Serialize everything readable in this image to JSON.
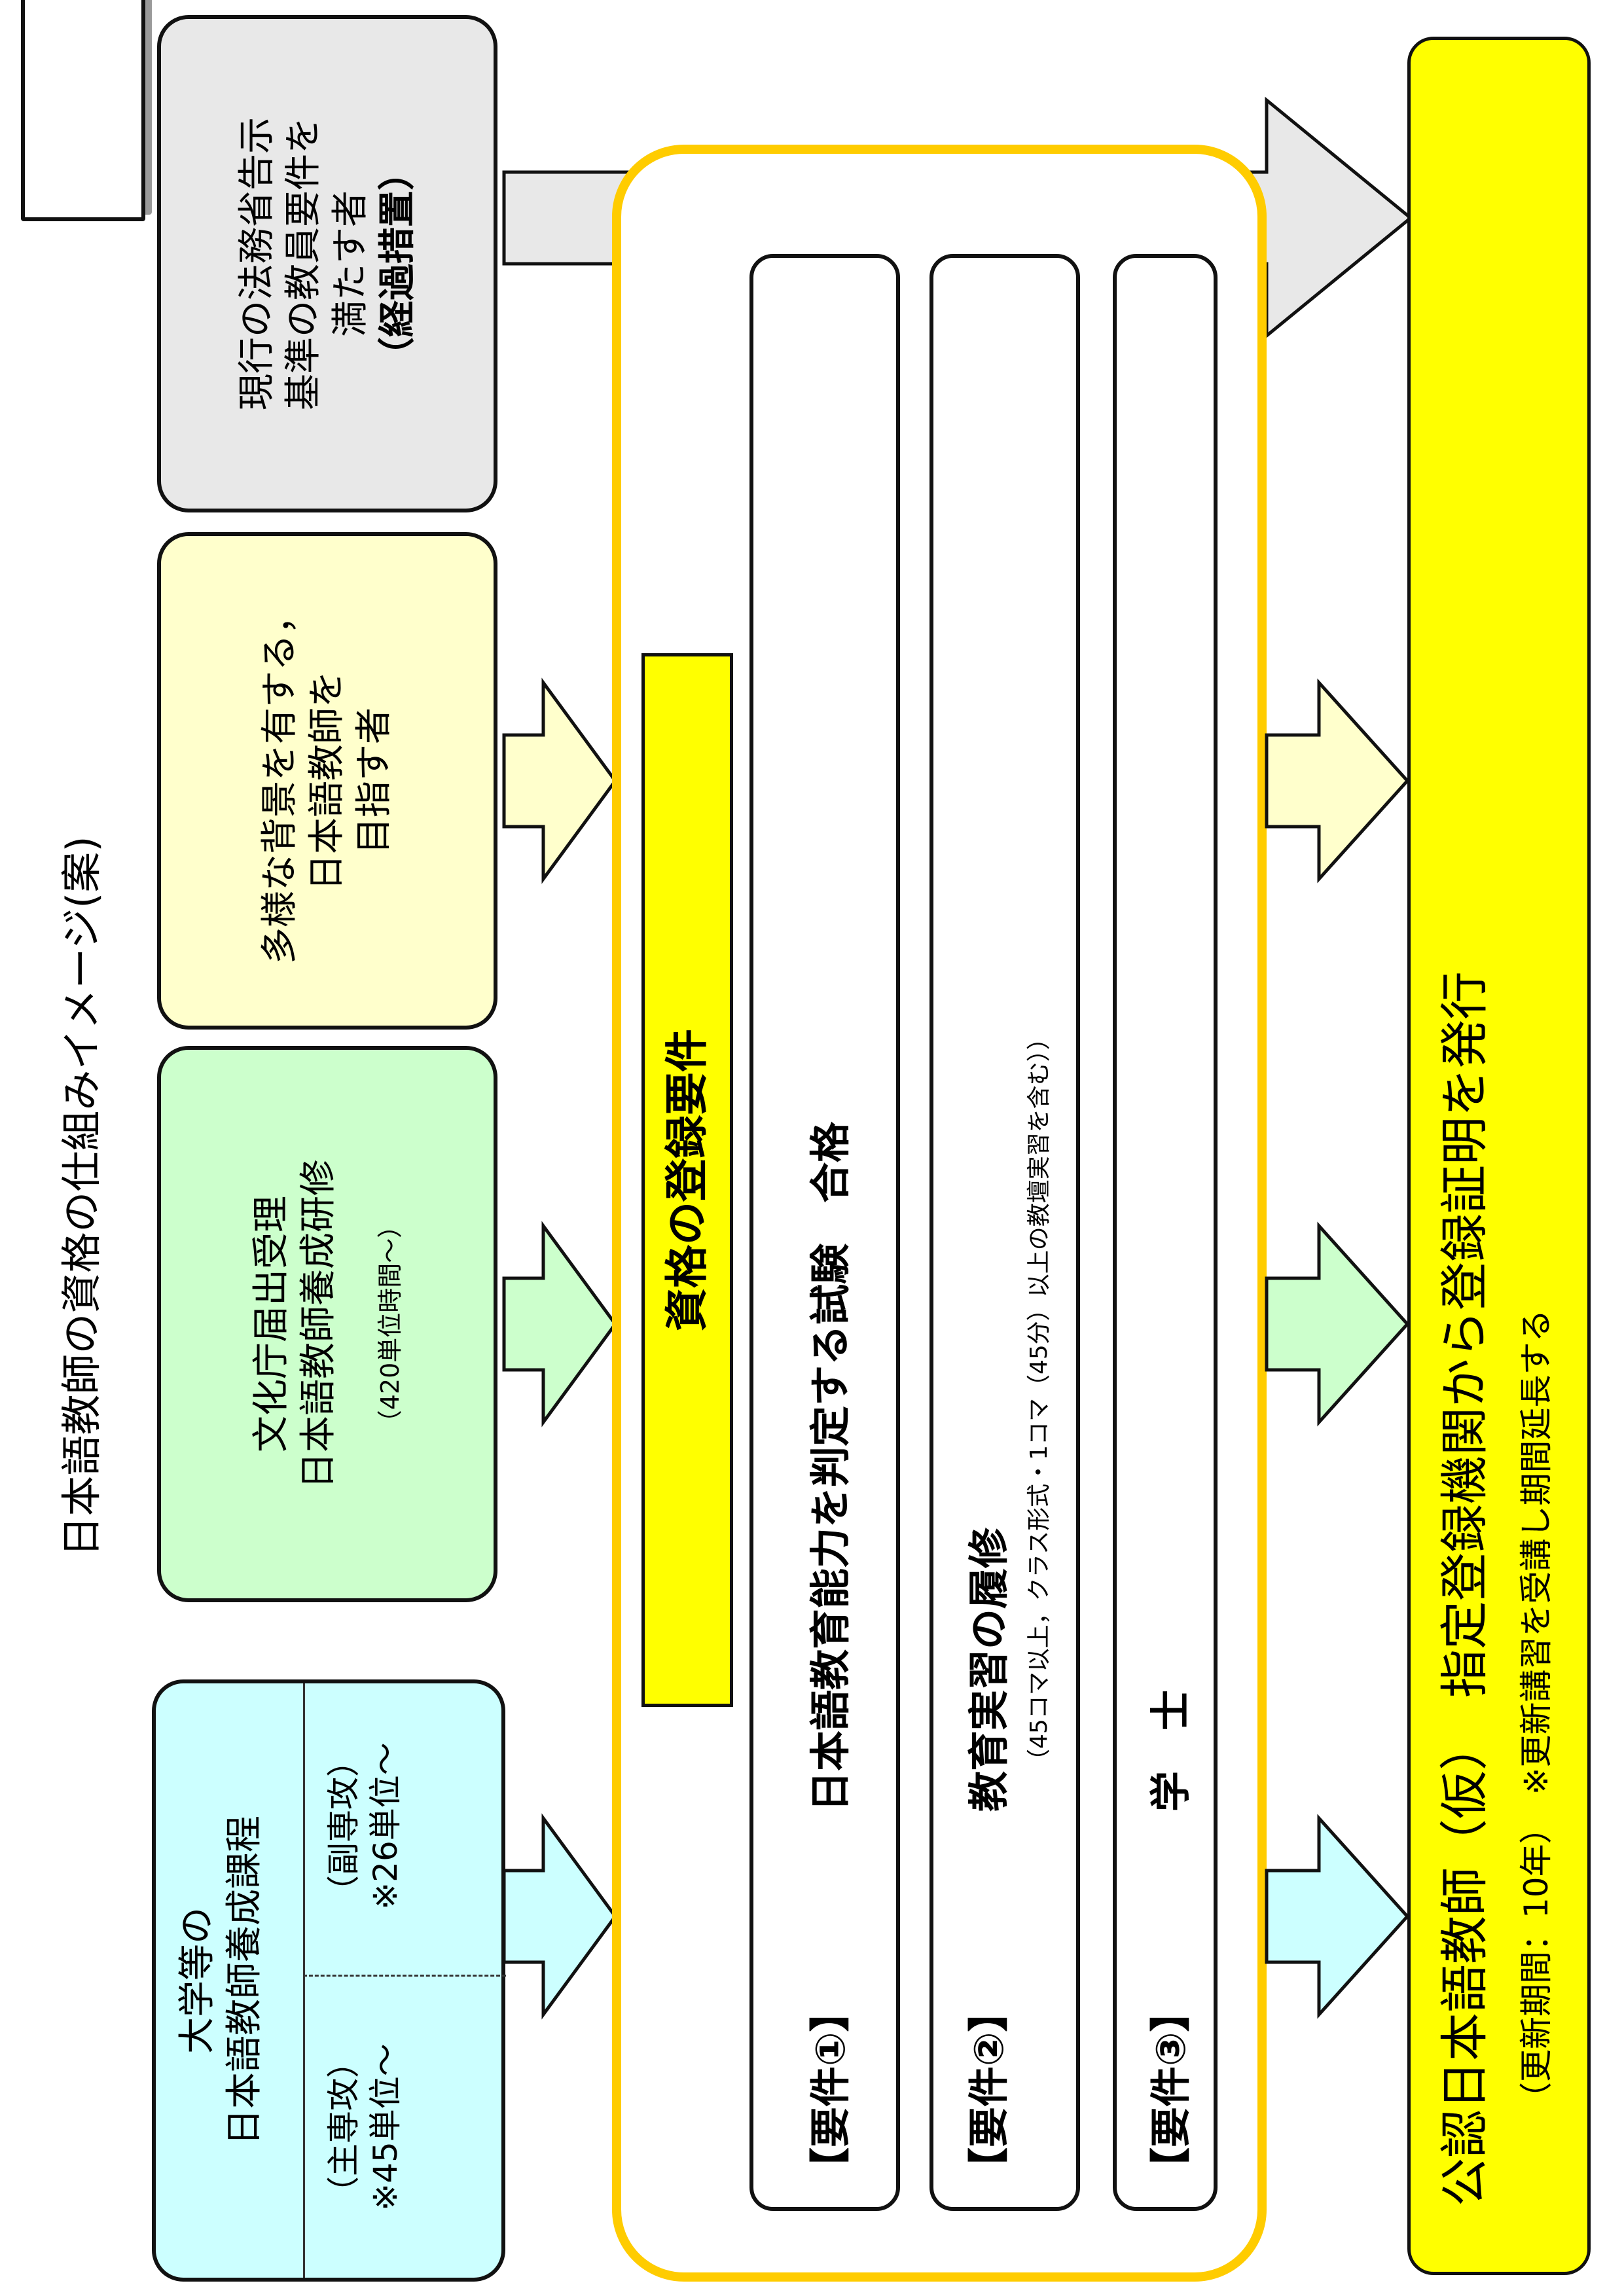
{
  "title": "日本語教師の資格の仕組みイメージ(案)",
  "colors": {
    "university": "#ccffff",
    "bunka": "#ccffcc",
    "diverse": "#ffffcc",
    "current": "#e8e8e8",
    "yellow_banner": "#ffff00",
    "gold_border": "#ffcc00"
  },
  "sources": {
    "university": {
      "line1": "大学等の",
      "line2": "日本語教師養成課程",
      "major_label": "（主専攻）",
      "major_units": "※45単位～",
      "minor_label": "（副専攻）",
      "minor_units": "※26単位～"
    },
    "bunka": {
      "line1": "文化庁届出受理",
      "line2": "日本語教師養成研修",
      "hours": "（420単位時間～）"
    },
    "diverse": {
      "line1": "多様な背景を有する，",
      "line2": "日本語教師を",
      "line3": "目指す者"
    },
    "current": {
      "line1": "現行の法務省告示",
      "line2": "基準の教員要件を",
      "line3": "満たす者",
      "line4": "（経過措置）"
    }
  },
  "requirements": {
    "heading": "資格の登録要件",
    "items": [
      {
        "label": "【要件①】",
        "text": "日本語教育能力を判定する試験　合格",
        "note": ""
      },
      {
        "label": "【要件②】",
        "text": "教育実習の履修",
        "note": "（45コマ以上，クラス形式・1コマ（45分）以上の教壇実習を含む））"
      },
      {
        "label": "【要件③】",
        "text": "学　士",
        "note": ""
      }
    ]
  },
  "result": {
    "title": "公認日本語教師（仮）　指定登録機関から登録証明を発行",
    "note": "（更新期間：10年）　※更新講習を受講し期間延長する"
  }
}
